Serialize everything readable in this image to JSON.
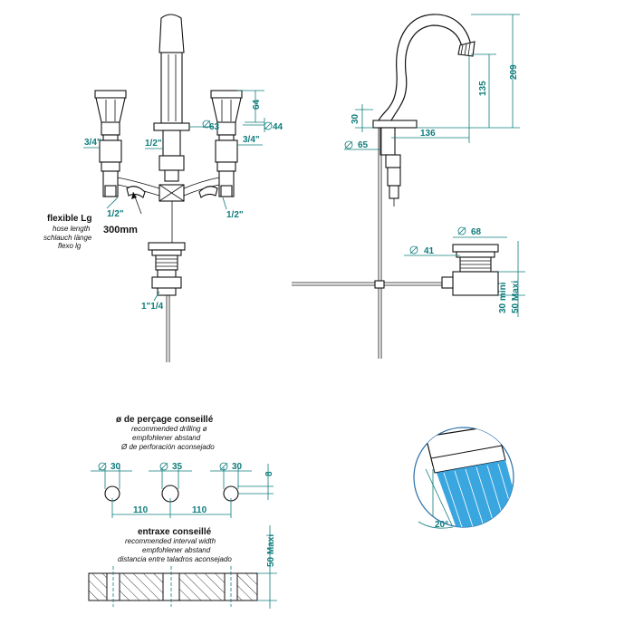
{
  "front_view": {
    "dim_63": "63",
    "dim_64": "64",
    "dim_44": "44",
    "label_left_34": "3/4\"",
    "label_right_34": "3/4\"",
    "label_center_12": "1/2\"",
    "label_left_12": "1/2\"",
    "label_right_12": "1/2\"",
    "label_1_14": "1\"1/4",
    "hose_title": "flexible Lg",
    "hose_en": "hose length",
    "hose_de": "schlauch länge",
    "hose_es": "flexo lg",
    "hose_value": "300mm"
  },
  "side_view": {
    "dim_209": "209",
    "dim_135": "135",
    "dim_30": "30",
    "dim_136": "136",
    "dim_65": "65",
    "dim_68": "68",
    "dim_41": "41",
    "dim_30_mini": "30 mini",
    "dim_50_maxi": "50 Maxi",
    "diameter_symbol": "Ø"
  },
  "drilling": {
    "title": "ø de perçage conseillé",
    "en": "recommended drilling ø",
    "de": "empfohlener abstand",
    "es": "Ø de perforación aconsejado",
    "d_left": "30",
    "d_center": "35",
    "d_right": "30",
    "dim_8": "8",
    "spacing_left": "110",
    "spacing_right": "110"
  },
  "interval": {
    "title": "entraxe conseillé",
    "en": "recommended interval width",
    "de": "empfohlener abstand",
    "es": "distancia entre taladros aconsejado",
    "dim_50_maxi": "50 Maxi"
  },
  "spray": {
    "angle": "20°"
  },
  "colors": {
    "dimension": "#0f7c7c",
    "spray": "#3aa6e0",
    "line": "#111111"
  }
}
